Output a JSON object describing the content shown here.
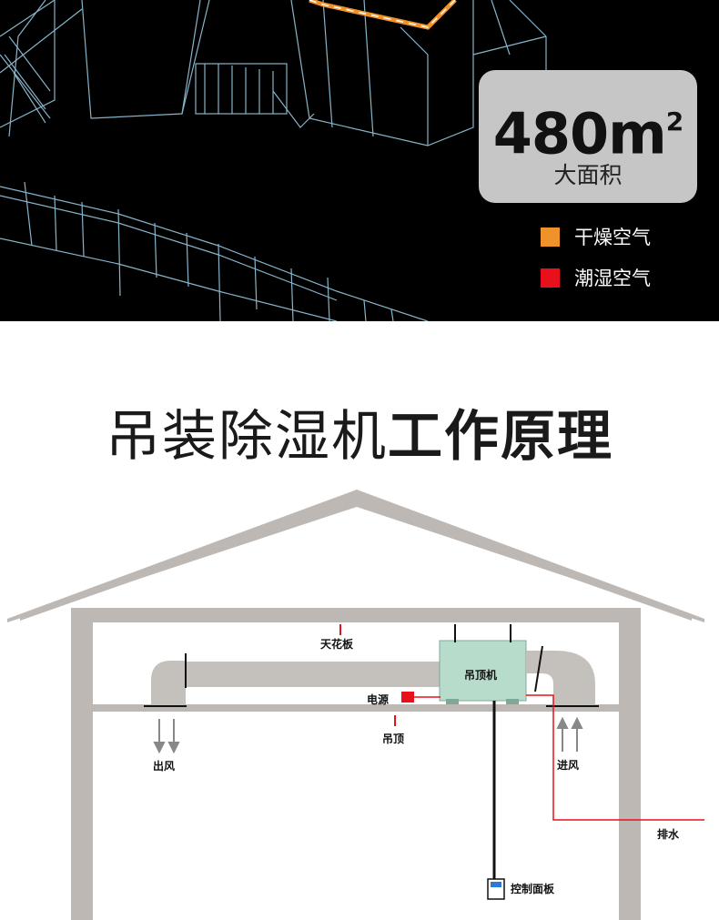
{
  "banner": {
    "area_value": "480",
    "area_unit": "m",
    "area_sup": "2",
    "area_caption": "大面积",
    "legend": [
      {
        "label": "干燥空气",
        "color": "#f0922a"
      },
      {
        "label": "潮湿空气",
        "color": "#e8101a"
      }
    ]
  },
  "title": {
    "part1": "吊装除湿机",
    "part2": "工作原理"
  },
  "diagram": {
    "ceiling_board": "天花板",
    "unit": "吊顶机",
    "power": "电源",
    "suspended_ceiling": "吊顶",
    "air_out": "出风",
    "air_in": "进风",
    "drain": "排水",
    "control_panel": "控制面板"
  },
  "colors": {
    "wall": "#bdb8b4",
    "duct": "#c4c0bc",
    "unit": "#b8dccb",
    "wire": "#e8101a",
    "wireframe": "#9fd4ee"
  }
}
